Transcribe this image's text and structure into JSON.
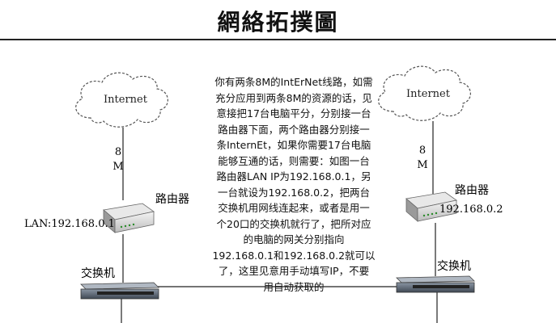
{
  "title": "網絡拓撲圖",
  "left": {
    "cloud_label": "Internet",
    "bandwidth_chars": [
      "8",
      "M"
    ],
    "router_label": "路由器",
    "lan_label": "LAN:192.168.0.1",
    "switch_label": "交换机"
  },
  "right": {
    "cloud_label": "Internet",
    "bandwidth_chars": [
      "8",
      "M"
    ],
    "router_label": "路由器",
    "ip_label": "192.168.0.2",
    "switch_label": "交换机"
  },
  "description_lines": [
    "你有两条8M的IntErNet线路，如需",
    "充分应用到两条8M的资源的话，见",
    "意接把17台电脑平分，分别接一台",
    "路由器下面，两个路由器分别接一",
    "条InternEt，如果你需要17台电脑",
    "能够互通的话，则需要：如图一台",
    "路由器LAN IP为192.168.0.1，另",
    "一台就设为192.168.0.2，把两台",
    "交换机用网线连起来，或者是用一",
    "个20口的交换机就行了，把所对应",
    "的电脑的网关分别指向",
    "192.168.0.1和192.168.0.2就可以",
    "了，这里见意用手动填写IP，不要",
    "用自动获取的"
  ]
}
